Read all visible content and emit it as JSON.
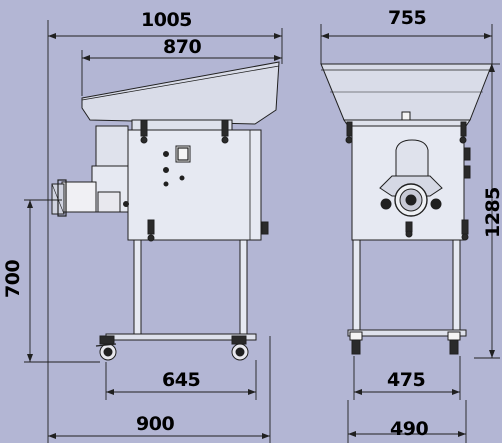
{
  "dimensions": {
    "overall_length": "1005",
    "hopper_length": "870",
    "overall_width": "755",
    "overall_height": "1285",
    "outlet_height": "700",
    "wheelbase_side": "645",
    "base_length": "900",
    "wheelbase_front": "475",
    "base_width": "490"
  },
  "colors": {
    "background": "#b3b6d4",
    "machine_body": "#e6e9f2",
    "hopper": "#d9dce8",
    "line": "#202020"
  }
}
